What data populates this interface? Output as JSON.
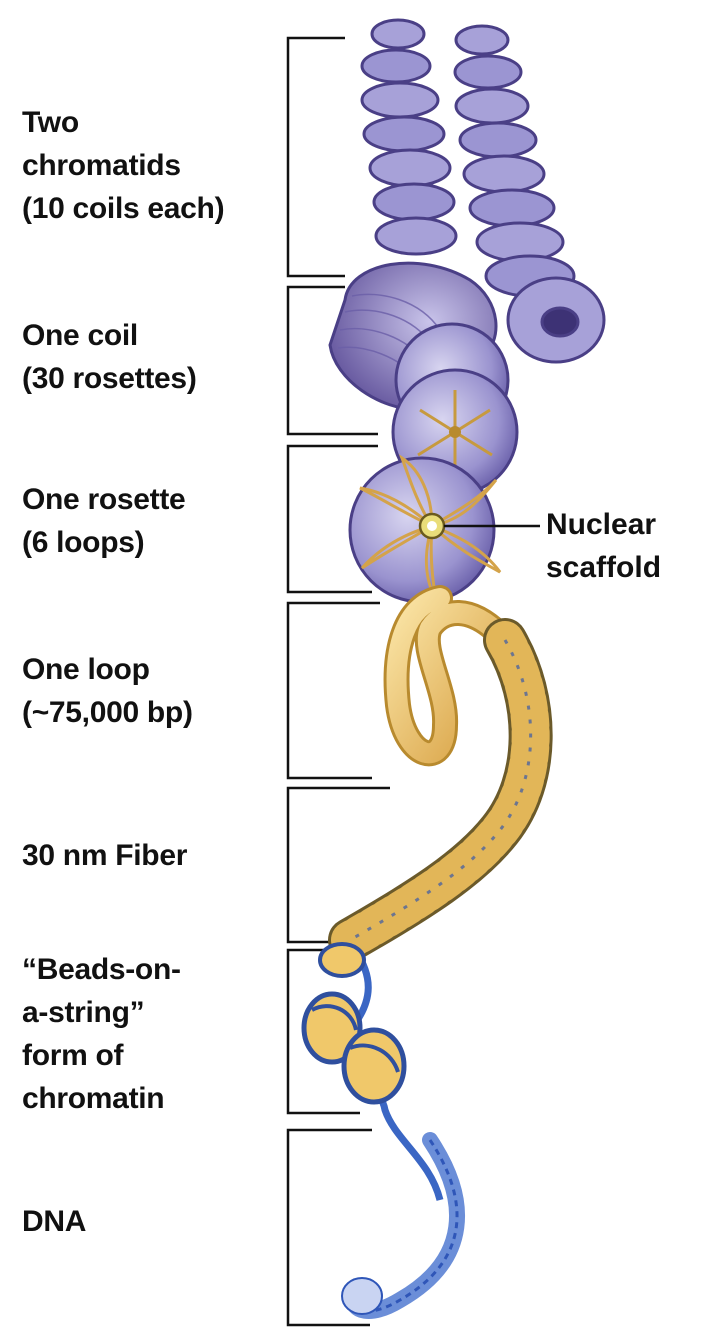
{
  "levels": [
    {
      "label": "Two\nchromatids\n(10 coils each)"
    },
    {
      "label": "One coil\n(30 rosettes)"
    },
    {
      "label": "One rosette\n(6 loops)"
    },
    {
      "label": "One loop\n(~75,000 bp)"
    },
    {
      "label": "30 nm Fiber"
    },
    {
      "label": "“Beads-on-\na-string”\nform of\nchromatin"
    },
    {
      "label": "DNA"
    }
  ],
  "callout": {
    "label": "Nuclear\nscaffold"
  },
  "colors": {
    "chromatid": "#8a84c8",
    "chromatid_dark": "#4a3f86",
    "rosette": "#a9a4d6",
    "loop": "#f0c86a",
    "fiber": "#d9a94a",
    "dna": "#3a66c4",
    "bracket": "#111111"
  }
}
